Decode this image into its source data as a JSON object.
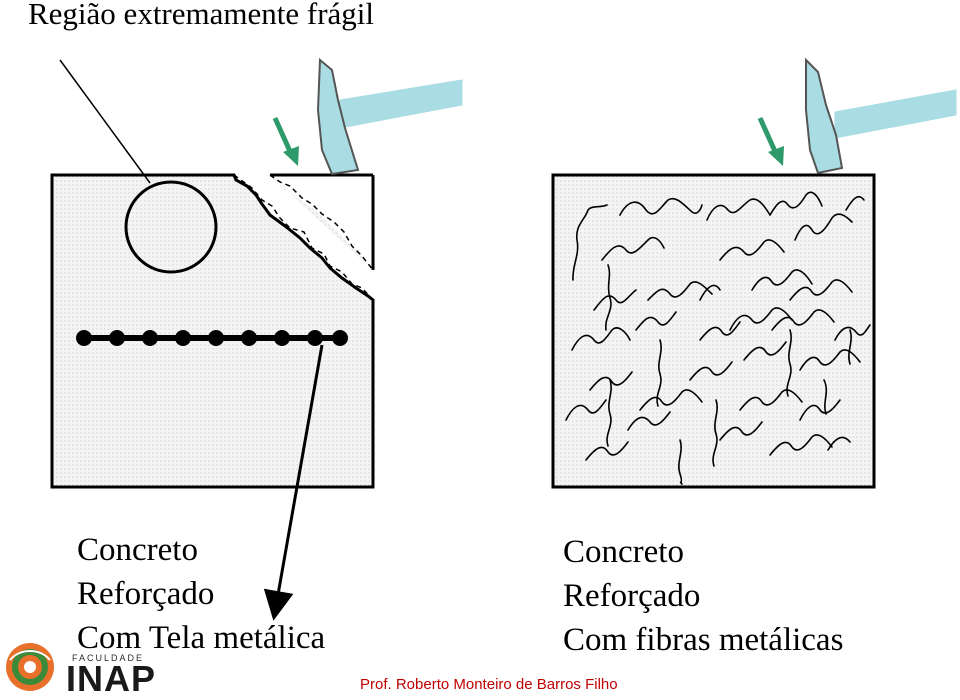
{
  "title": "Região extremamente frágil",
  "left_panel": {
    "caption": [
      "Concreto",
      "Reforçado",
      "Com Tela metálica"
    ]
  },
  "right_panel": {
    "caption": [
      "Concreto",
      "Reforçado",
      "Com fibras metálicas"
    ]
  },
  "footer": "Prof. Roberto Monteiro de Barros Filho",
  "logo": {
    "small_text": "FACULDADE",
    "main_text": "INAP"
  },
  "colors": {
    "hammer": "#a9dce3",
    "arrow": "#2e9a6a",
    "footer_text": "#c00000",
    "block_fill": "#f2f2f2",
    "logo_accent": "#e8702a",
    "logo_green": "#3a8a3a"
  },
  "icons": [
    "hammer-icon",
    "impact-arrow-icon",
    "faculdade-inap-logo"
  ]
}
